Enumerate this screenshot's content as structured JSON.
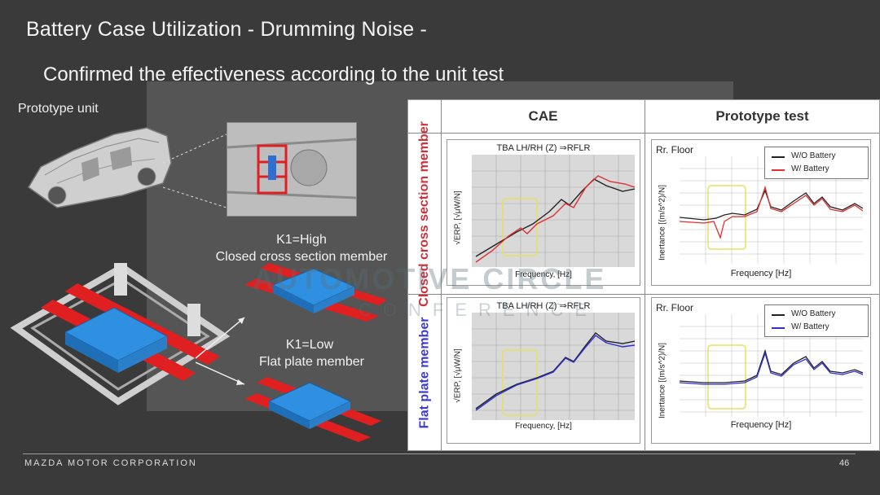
{
  "slide": {
    "title": "Battery Case Utilization - Drumming Noise -",
    "subtitle": "Confirmed the effectiveness according to the unit test",
    "prototype_label": "Prototype unit",
    "k1_high_title": "K1=High",
    "k1_high_desc": "Closed cross section member",
    "k1_low_title": "K1=Low",
    "k1_low_desc": "Flat plate member",
    "footer": "MAZDA MOTOR CORPORATION",
    "page_number": "46",
    "watermark": "AUTOMOTIVE CIRCLE",
    "watermark_sub": "CONFERENCE"
  },
  "table": {
    "col_cae": "CAE",
    "col_test": "Prototype test",
    "row1_label": "Closed cross section member",
    "row2_label": "Flat plate member",
    "row1_color": "#d0303a",
    "row2_color": "#3a3ad0"
  },
  "plots": {
    "cae_title": "TBA LH/RH (Z) ⇒RFLR",
    "cae_ylabel": "√ERP, [√μW/N]",
    "cae_xlabel": "Frequency, [Hz]",
    "test_title": "Rr. Floor",
    "test_ylabel": "Inertance [(m/s^2)/N]",
    "test_xlabel": "Frequency [Hz]",
    "legend_without": "W/O Battery",
    "legend_with": "W/ Battery"
  },
  "colors": {
    "background": "#3a3a3a",
    "red_member": "#e02020",
    "blue_box": "#2f8fe0",
    "highlight_box": "#e8e060",
    "line_red": "#e03030",
    "line_blue": "#3030d0",
    "line_black": "#222222"
  }
}
